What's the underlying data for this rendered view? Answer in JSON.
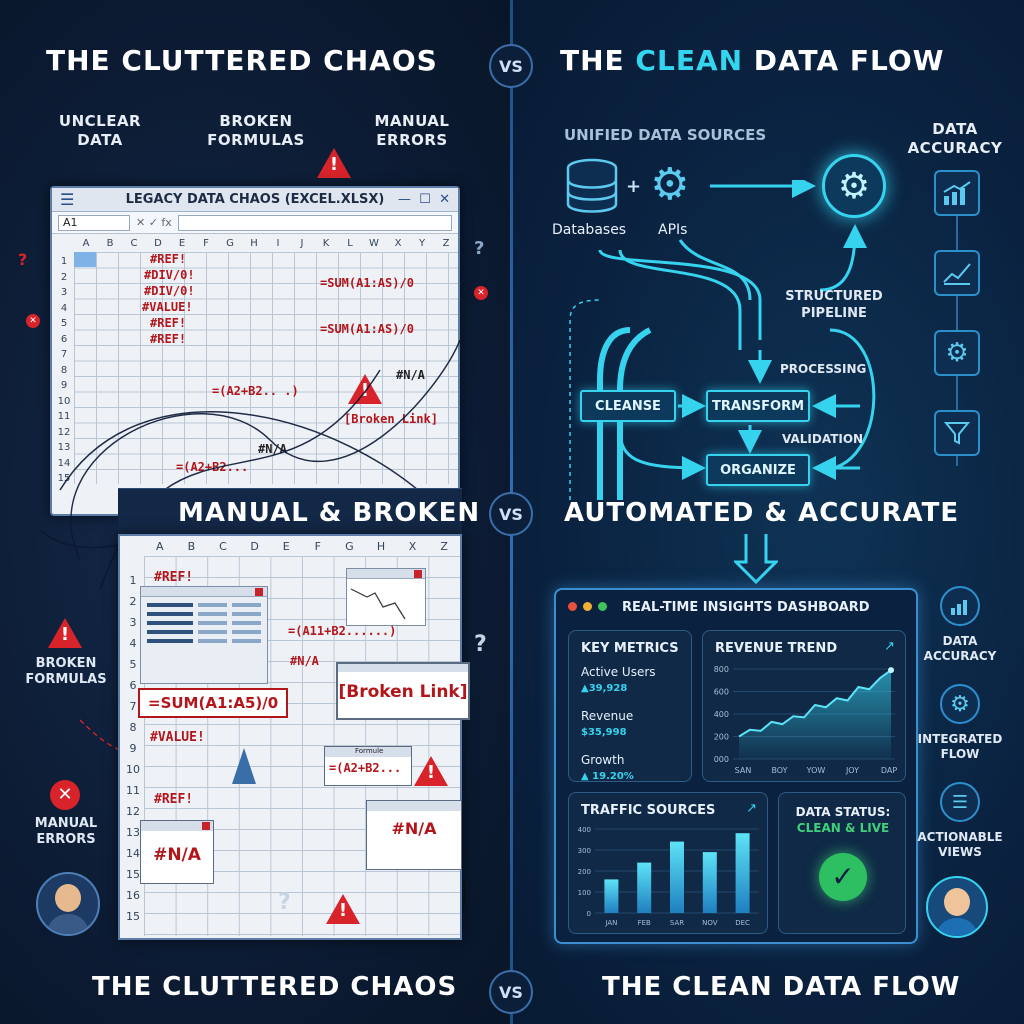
{
  "header": {
    "left_title": "THE CLUTTERED CHAOS",
    "vs": "VS",
    "right_title_pre": "THE ",
    "right_title_accent": "CLEAN",
    "right_title_post": " DATA FLOW"
  },
  "left": {
    "issues": [
      "UNCLEAR DATA",
      "BROKEN FORMULAS",
      "MANUAL ERRORS"
    ],
    "sheet": {
      "title": "LEGACY DATA CHAOS (EXCEL.XLSX)",
      "name_box": "A1",
      "columns": [
        "A",
        "B",
        "C",
        "D",
        "E",
        "F",
        "G",
        "H",
        "I",
        "J",
        "K",
        "L",
        "W",
        "X",
        "Y",
        "Z"
      ],
      "rows": [
        "1",
        "2",
        "3",
        "4",
        "5",
        "6",
        "7",
        "8",
        "9",
        "10",
        "11",
        "12",
        "13",
        "14",
        "15"
      ],
      "errors": [
        "#REF!",
        "#DIV/0!",
        "#DIV/0!",
        "#VALUE!",
        "#REF!",
        "#REF!"
      ],
      "formula1": "=SUM(A1:AS)/0",
      "formula2": "=SUM(A1:AS)/0",
      "formula3": "=(A2+B2.. .)",
      "formula4": "=(A2+B2...",
      "na1": "#N/A",
      "na2": "#N/A",
      "broken": "[Broken Link]"
    },
    "mid_title": "MANUAL & BROKEN",
    "sheet2": {
      "columns": [
        "A",
        "B",
        "C",
        "D",
        "E",
        "F",
        "G",
        "H",
        "X",
        "Z"
      ],
      "rows": [
        "1",
        "2",
        "3",
        "4",
        "5",
        "6",
        "7",
        "8",
        "9",
        "10",
        "11",
        "12",
        "13",
        "14",
        "15",
        "16",
        "15"
      ],
      "ref1": "#REF!",
      "sum": "=SUM(A1:A5)/0",
      "value": "#VALUE!",
      "ref2": "#REF!",
      "na_box": "#N/A",
      "a11": "=(A11+B2......)",
      "na_small": "#N/A",
      "broken_link": "[Broken Link]",
      "formula_title": "Formule",
      "formula_text": "=(A2+B2...",
      "na_box2": "#N/A"
    },
    "side_labels": [
      "BROKEN FORMULAS",
      "MANUAL ERRORS"
    ],
    "bottom_title": "THE CLUTTERED CHAOS"
  },
  "right": {
    "sources_title": "UNIFIED DATA SOURCES",
    "databases": "Databases",
    "apis": "APIs",
    "data_accuracy_top": "DATA ACCURACY",
    "structured_pipeline": "STRUCTURED PIPELINE",
    "processing": "PROCESSING",
    "validation": "VALIDATION",
    "nodes": {
      "cleanse": "CLEANSE",
      "transform": "TRANSFORM",
      "organize": "ORGANIZE"
    },
    "mid_title": "AUTOMATED & ACCURATE",
    "dashboard": {
      "title": "REAL-TIME INSIGHTS DASHBOARD",
      "metrics_title": "KEY METRICS",
      "metrics": [
        {
          "label": "Active Users",
          "value": "▲39,928"
        },
        {
          "label": "Revenue",
          "value": "$35,998"
        },
        {
          "label": "Growth",
          "value": "▲ 19.20%"
        }
      ],
      "revenue_title": "REVENUE TREND",
      "revenue_y": [
        "800",
        "600",
        "400",
        "200",
        "000"
      ],
      "revenue_x": [
        "SAN",
        "BOY",
        "YOW",
        "JOY",
        "DAP"
      ],
      "traffic_title": "TRAFFIC SOURCES",
      "traffic_y": [
        "400",
        "300",
        "200",
        "100",
        "0"
      ],
      "traffic_x": [
        "JAN",
        "FEB",
        "SAR",
        "NOV",
        "DEC"
      ],
      "status_title": "DATA STATUS:",
      "status_value": "CLEAN & LIVE"
    },
    "side_labels": [
      "DATA ACCURACY",
      "INTEGRATED FLOW",
      "ACTIONABLE VIEWS"
    ],
    "bottom_title": "THE CLEAN DATA FLOW"
  },
  "chart_data": [
    {
      "type": "area",
      "title": "REVENUE TREND",
      "x": [
        "SAN",
        "BOY",
        "YOW",
        "JOY",
        "DAP"
      ],
      "series": [
        {
          "values": [
            200,
            260,
            250,
            330,
            310,
            380,
            370,
            480,
            460,
            540,
            520,
            640,
            620,
            720,
            790
          ]
        }
      ],
      "ylim": [
        0,
        800
      ]
    },
    {
      "type": "bar",
      "title": "TRAFFIC SOURCES",
      "categories": [
        "JAN",
        "FEB",
        "SAR",
        "NOV",
        "DEC"
      ],
      "values": [
        160,
        240,
        340,
        290,
        380
      ],
      "ylim": [
        0,
        400
      ]
    }
  ],
  "colors": {
    "accent": "#33d6ee",
    "error": "#d8232a",
    "bg": "#0b1b33"
  }
}
